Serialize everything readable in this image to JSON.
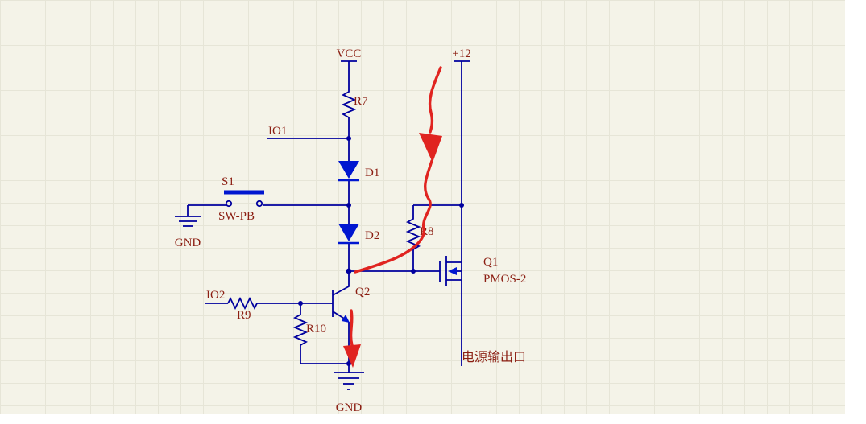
{
  "colors": {
    "background": "#F4F3E8",
    "grid_line": "#E6E5D7",
    "wire": "#00009E",
    "symbol_blue": "#0016D0",
    "label_text": "#8B1E12",
    "annotation_red": "#E02420"
  },
  "power_ports": {
    "vcc": "VCC",
    "v12": "+12"
  },
  "net_labels": {
    "io1": "IO1",
    "io2": "IO2"
  },
  "grounds": {
    "left": "GND",
    "bottom": "GND"
  },
  "components": {
    "r7": {
      "designator": "R7"
    },
    "r8": {
      "designator": "R8"
    },
    "r9": {
      "designator": "R9"
    },
    "r10": {
      "designator": "R10"
    },
    "d1": {
      "designator": "D1"
    },
    "d2": {
      "designator": "D2"
    },
    "s1": {
      "designator": "S1",
      "part": "SW-PB"
    },
    "q1": {
      "designator": "Q1",
      "part": "PMOS-2"
    },
    "q2": {
      "designator": "Q2"
    }
  },
  "annotations": {
    "power_output_label": "电源输出口"
  }
}
